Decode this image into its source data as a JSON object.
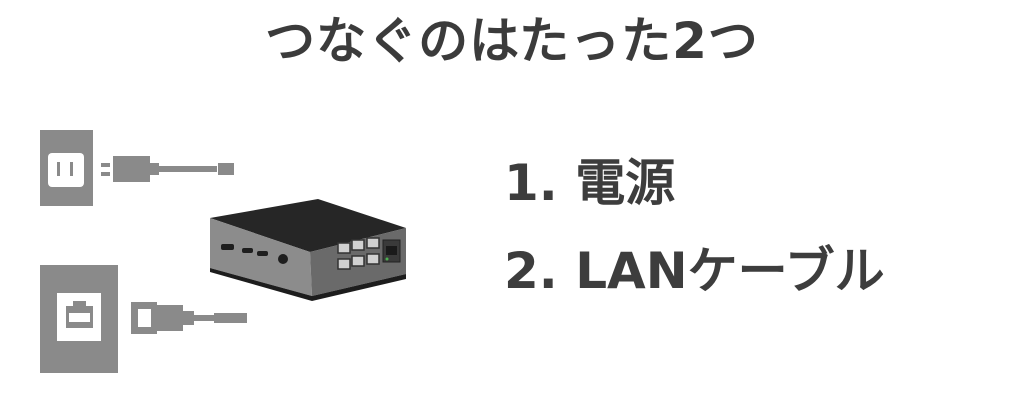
{
  "title": "つなぐのはたった2つ",
  "items": [
    {
      "label": "1. 電源"
    },
    {
      "label": "2. LANケーブル"
    }
  ],
  "icons": {
    "power_outlet": "power-outlet-icon",
    "power_plug": "power-plug-icon",
    "lan_port": "lan-port-icon",
    "lan_plug": "lan-plug-icon",
    "device": "raspberry-pi-case-icon"
  },
  "colors": {
    "text": "#3b3b3b",
    "icon_gray": "#888888",
    "background": "#ffffff"
  }
}
